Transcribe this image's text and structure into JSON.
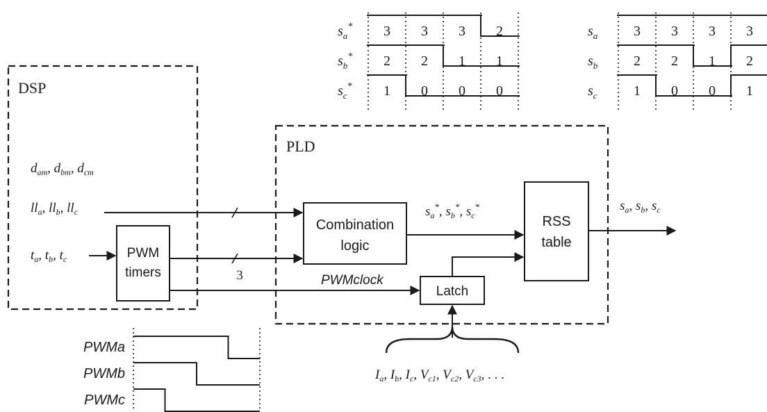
{
  "dsp": {
    "label": "DSP"
  },
  "pld": {
    "label": "PLD"
  },
  "inputs": {
    "modulation": {
      "d": "d",
      "a": "am",
      "b": "bm",
      "c": "cm"
    },
    "levels": {
      "l": "ll",
      "a": "a",
      "b": "b",
      "c": "c"
    },
    "times": {
      "t": "t",
      "a": "a",
      "b": "b",
      "c": "c"
    }
  },
  "blocks": {
    "pwm_timers": {
      "line1": "PWM",
      "line2": "timers"
    },
    "combination_logic": {
      "line1": "Combination",
      "line2": "logic"
    },
    "latch": {
      "label": "Latch"
    },
    "rss_table": {
      "line1": "RSS",
      "line2": "table"
    }
  },
  "signals": {
    "bus_width": "3",
    "pwm_clock": "PWMclock",
    "s": "s",
    "a": "a",
    "b": "b",
    "c": "c",
    "star": "*",
    "feedback_prefix": {
      "I": "I",
      "V": "V"
    },
    "feedback_subs": {
      "a": "a",
      "b": "b",
      "c": "c",
      "c1": "c1",
      "c2": "c2",
      "c3": "c3"
    },
    "ellipsis": ". . ."
  },
  "pwm_waveforms": {
    "labels": [
      "PWMa",
      "PWMb",
      "PWMc"
    ],
    "high_fraction": [
      0.75,
      0.5,
      0.25
    ]
  },
  "state_tables": {
    "requested": {
      "rows": [
        {
          "sub": "a",
          "values": [
            "3",
            "3",
            "3",
            "2"
          ]
        },
        {
          "sub": "b",
          "values": [
            "2",
            "2",
            "1",
            "1"
          ]
        },
        {
          "sub": "c",
          "values": [
            "1",
            "0",
            "0",
            "0"
          ]
        }
      ]
    },
    "output": {
      "rows": [
        {
          "sub": "a",
          "values": [
            "3",
            "3",
            "3",
            "3"
          ]
        },
        {
          "sub": "b",
          "values": [
            "2",
            "2",
            "1",
            "2"
          ]
        },
        {
          "sub": "c",
          "values": [
            "1",
            "0",
            "0",
            "1"
          ]
        }
      ]
    }
  }
}
